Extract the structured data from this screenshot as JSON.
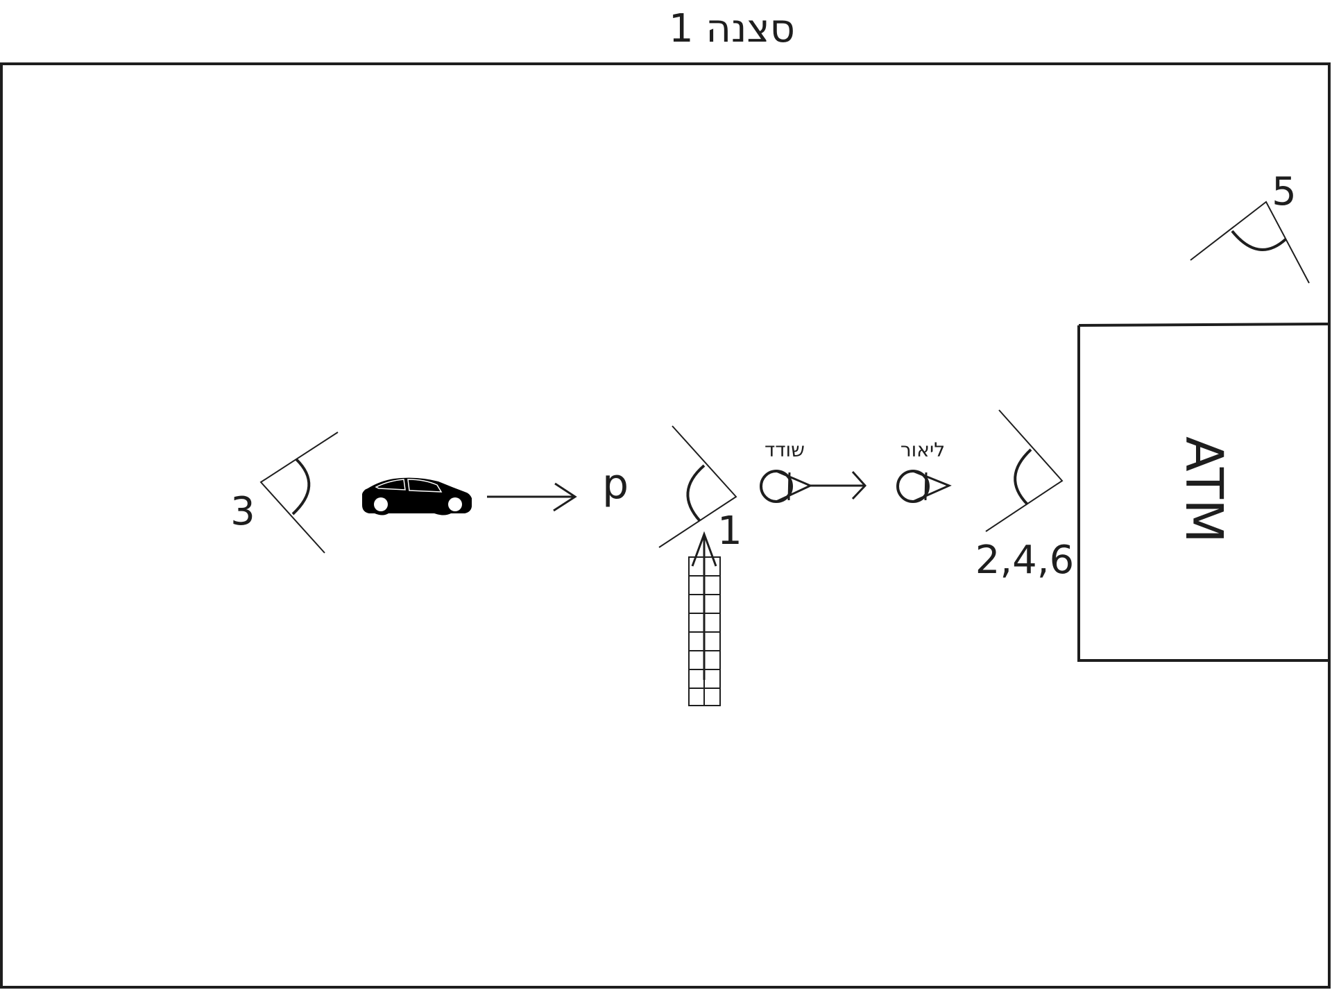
{
  "diagram": {
    "title": "סצנה 1",
    "atm_label": "ATM",
    "parking_label": "p",
    "robber_label": "שודד",
    "lior_label": "ליאור",
    "camera_labels": {
      "cam1": "1",
      "cam3": "3",
      "cam5": "5",
      "cam246": "2,4,6"
    }
  },
  "colors": {
    "ink": "#1e1e1e",
    "background": "#ffffff"
  },
  "icons": {
    "car": "car-icon",
    "crosswalk": "crosswalk-icon",
    "person": "person-icon",
    "camera": "camera-view-icon",
    "arrow": "arrow-icon"
  }
}
